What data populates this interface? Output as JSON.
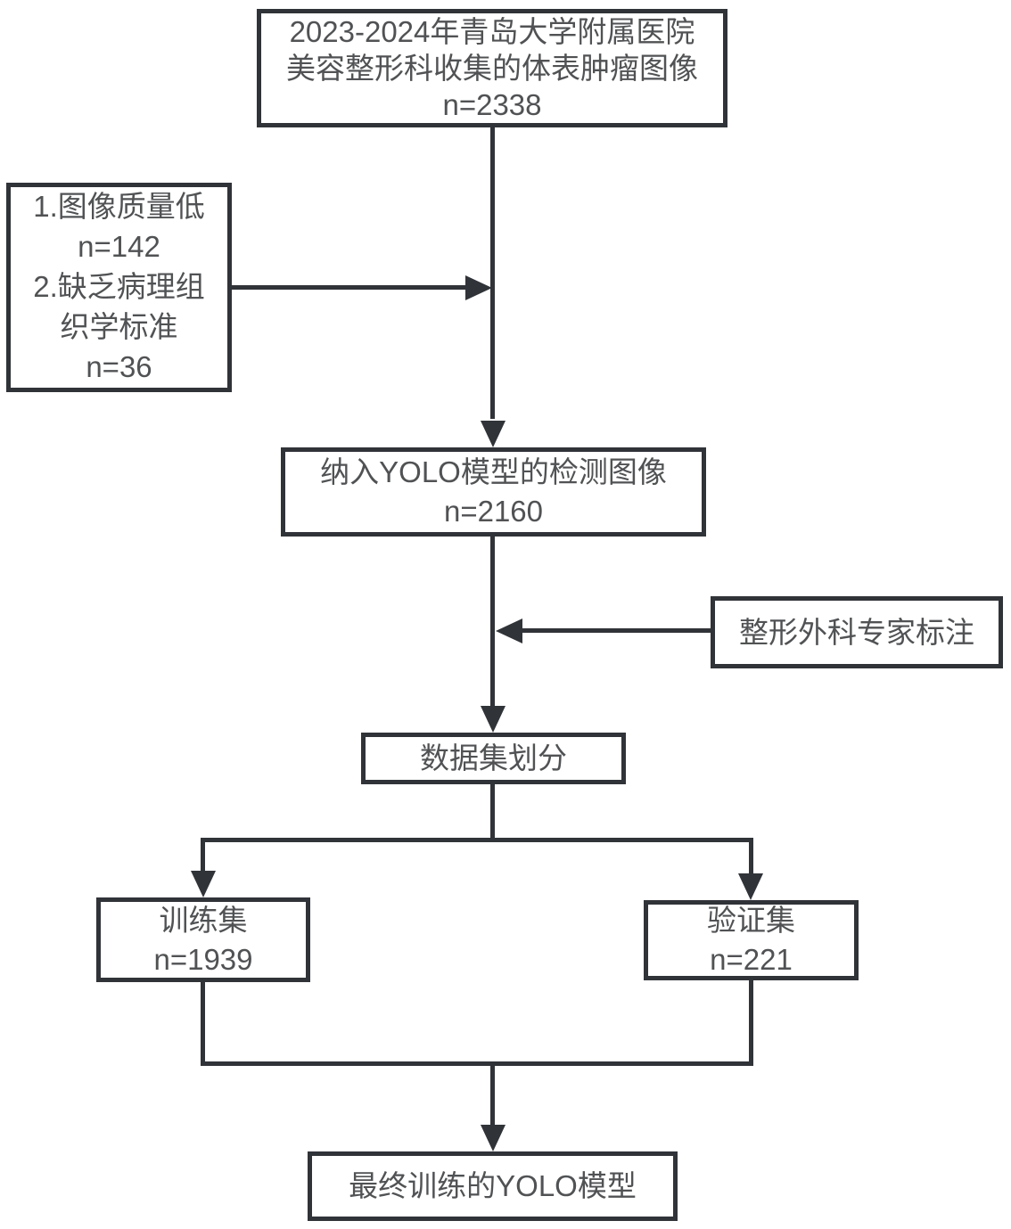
{
  "diagram": {
    "type": "flowchart",
    "nodes": {
      "source": {
        "text": "2023-2024年青岛大学附属医院\n美容整形科收集的体表肿瘤图像\nn=2338"
      },
      "exclusion": {
        "text": "1.图像质量低\nn=142\n2.缺乏病理组\n织学标准\nn=36"
      },
      "included": {
        "text": "纳入YOLO模型的检测图像\nn=2160"
      },
      "annotation": {
        "text": "整形外科专家标注"
      },
      "split": {
        "text": "数据集划分"
      },
      "train": {
        "text": "训练集\nn=1939"
      },
      "validation": {
        "text": "验证集\nn=221"
      },
      "final": {
        "text": "最终训练的YOLO模型"
      }
    },
    "edges": [
      {
        "from": "source",
        "to": "included"
      },
      {
        "from": "exclusion",
        "to": "source-included-connector"
      },
      {
        "from": "annotation",
        "to": "included-split-connector"
      },
      {
        "from": "included",
        "to": "split"
      },
      {
        "from": "split",
        "to": "train"
      },
      {
        "from": "split",
        "to": "validation"
      },
      {
        "from": "train",
        "to": "final"
      },
      {
        "from": "validation",
        "to": "final"
      }
    ],
    "colors": {
      "line": "#303338",
      "text": "#505254",
      "node_background": "#ffffff",
      "canvas_background": "#ffffff"
    }
  }
}
